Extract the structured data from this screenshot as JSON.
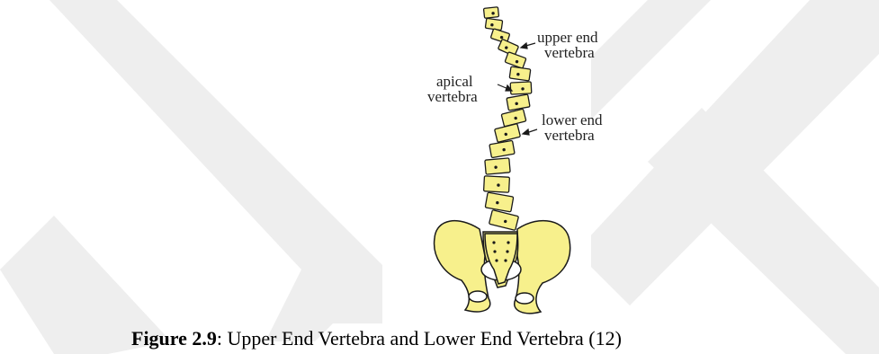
{
  "figure": {
    "labels": {
      "upper_end_line1": "upper end",
      "upper_end_line2": "vertebra",
      "apical_line1": "apical",
      "apical_line2": "vertebra",
      "lower_end_line1": "lower end",
      "lower_end_line2": "vertebra"
    },
    "colors": {
      "bone_fill": "#f7f08c",
      "outline": "#1a1a1a",
      "watermark": "#eeeeee"
    }
  },
  "caption": {
    "label": "Figure 2.9",
    "text": ": Upper End Vertebra and Lower End Vertebra (12)"
  }
}
